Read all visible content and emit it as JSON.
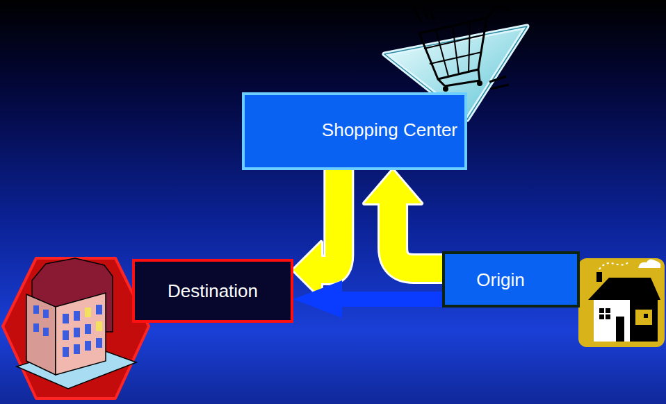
{
  "diagram": {
    "nodes": [
      {
        "text": [
          "Shopping Center"
        ]
      },
      {
        "text": [
          "Destination"
        ]
      },
      {
        "text": [
          "Origin"
        ]
      }
    ],
    "edges": [
      {
        "from": 2,
        "to": 0,
        "arrow": "to"
      },
      {
        "from": 0,
        "to": 1,
        "arrow": "to"
      },
      {
        "from": 2,
        "to": 1,
        "arrow": "to"
      }
    ]
  }
}
